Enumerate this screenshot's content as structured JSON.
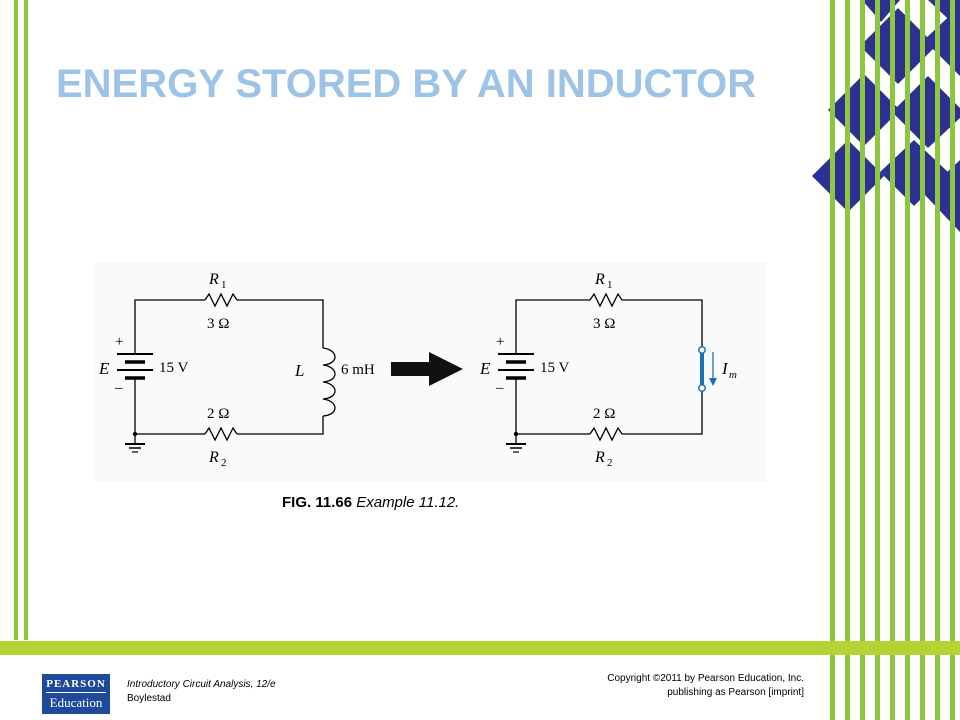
{
  "slide": {
    "title": "ENERGY STORED BY AN INDUCTOR"
  },
  "figure": {
    "caption_number": "FIG. 11.66",
    "caption_text": "Example 11.12.",
    "left_circuit": {
      "source_label": "E",
      "source_value": "15 V",
      "plus": "+",
      "minus": "–",
      "r1_name": "R",
      "r1_sub": "1",
      "r1_value": "3 Ω",
      "r2_name": "R",
      "r2_sub": "2",
      "r2_value": "2 Ω",
      "inductor_label": "L",
      "inductor_value": "6 mH"
    },
    "right_circuit": {
      "source_label": "E",
      "source_value": "15 V",
      "plus": "+",
      "minus": "–",
      "r1_name": "R",
      "r1_sub": "1",
      "r1_value": "3 Ω",
      "r2_name": "R",
      "r2_sub": "2",
      "r2_value": "2 Ω",
      "current_name": "I",
      "current_sub": "m"
    }
  },
  "footer": {
    "logo_top": "PEARSON",
    "logo_bottom": "Education",
    "book_title": "Introductory Circuit Analysis, 12/e",
    "author": "Boylestad",
    "copyright_line1": "Copyright ©2011 by Pearson Education, Inc.",
    "copyright_line2": "publishing as Pearson [imprint]"
  },
  "colors": {
    "title": "#9dc3e6",
    "green_stripes": "#8dc63f",
    "lime_band": "#b5d334",
    "navy_diamonds": "#2e3192",
    "short_circuit": "#1f6fb5",
    "logo_bg": "#1f4a9b"
  }
}
